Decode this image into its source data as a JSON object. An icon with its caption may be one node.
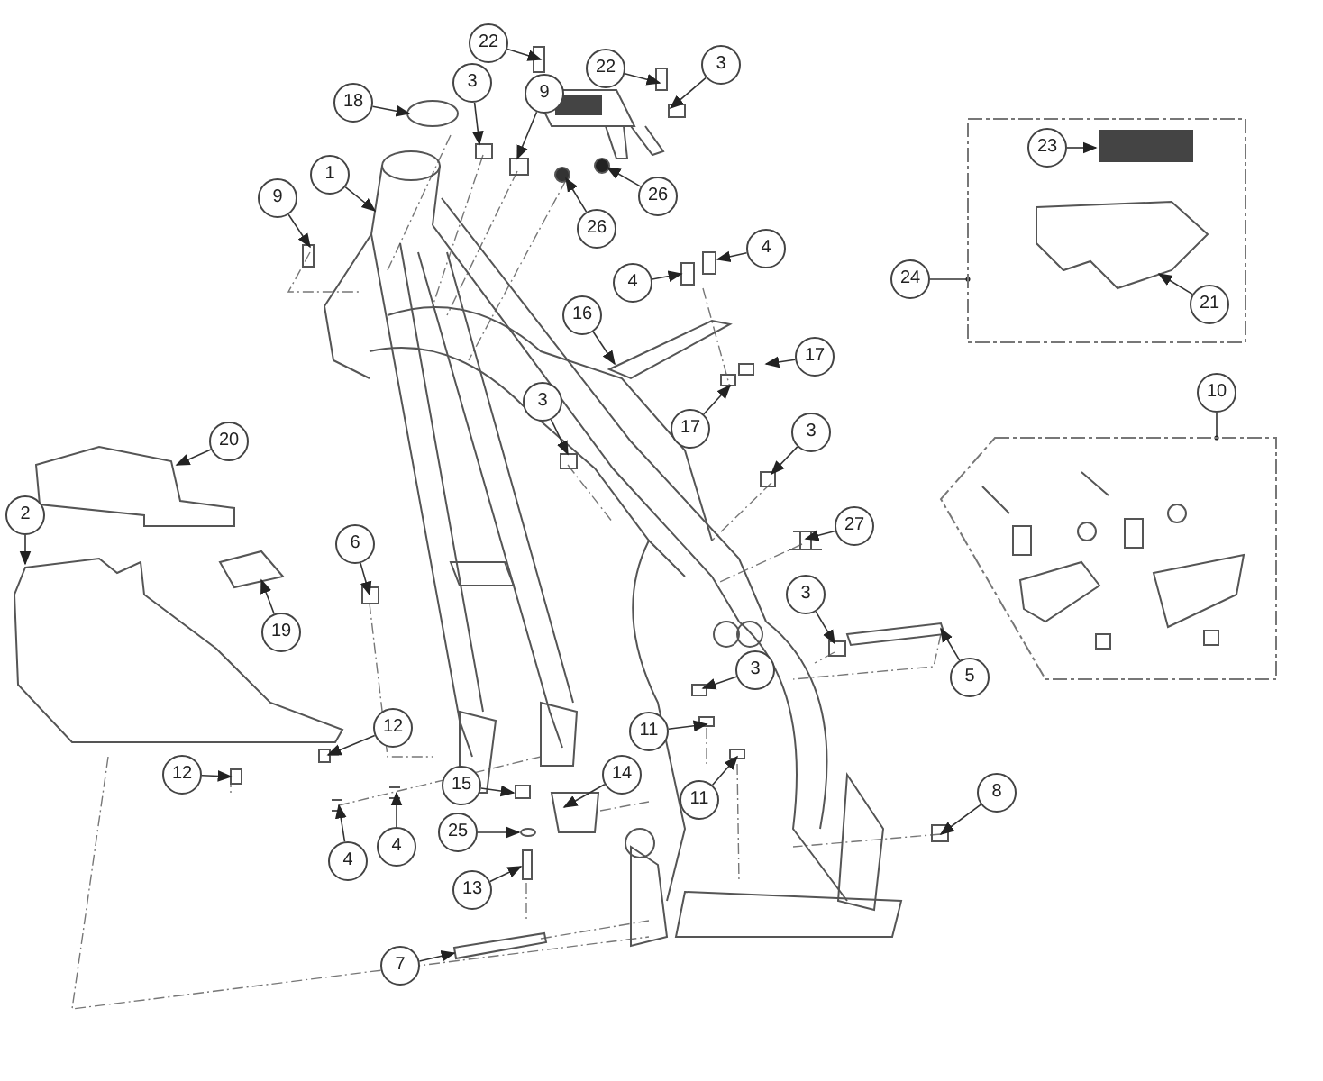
{
  "diagram": {
    "nodes": [
      {
        "text": [
          "22"
        ]
      },
      {
        "text": [
          "22"
        ]
      },
      {
        "text": [
          "3"
        ]
      },
      {
        "text": [
          "18"
        ]
      },
      {
        "text": [
          "3"
        ]
      },
      {
        "text": [
          "9"
        ]
      },
      {
        "text": [],
        "shape": "box"
      },
      {
        "text": [
          "23"
        ],
        "in": 6
      },
      {
        "text": [
          "1"
        ]
      },
      {
        "text": [
          "26"
        ]
      },
      {
        "text": [
          "26"
        ]
      },
      {
        "text": [
          "9"
        ]
      },
      {
        "text": [
          "4"
        ]
      },
      {
        "text": [
          "4"
        ]
      },
      {
        "text": [
          "24"
        ]
      },
      {
        "text": [
          "21"
        ],
        "in": 6
      },
      {
        "text": [
          "16"
        ]
      },
      {
        "text": [
          "17"
        ]
      },
      {
        "text": [
          "10"
        ]
      },
      {
        "text": [],
        "shape": "box"
      },
      {
        "text": [
          "17"
        ]
      },
      {
        "text": [
          "3"
        ]
      },
      {
        "text": [
          "3"
        ]
      },
      {
        "text": [
          "20"
        ]
      },
      {
        "text": [
          "27"
        ]
      },
      {
        "text": [
          "2"
        ]
      },
      {
        "text": [
          "6"
        ]
      },
      {
        "text": [
          "3"
        ]
      },
      {
        "text": [
          "19"
        ]
      },
      {
        "text": [
          "5"
        ]
      },
      {
        "text": [
          "3"
        ]
      },
      {
        "text": [
          "11"
        ]
      },
      {
        "text": [
          "12"
        ]
      },
      {
        "text": [
          "12"
        ]
      },
      {
        "text": [
          "11"
        ]
      },
      {
        "text": [
          "14"
        ]
      },
      {
        "text": [
          "15"
        ]
      },
      {
        "text": [
          "8"
        ]
      },
      {
        "text": [
          "4"
        ]
      },
      {
        "text": [
          "25"
        ]
      },
      {
        "text": [
          "4"
        ]
      },
      {
        "text": [
          "13"
        ]
      },
      {
        "text": [
          "7"
        ]
      }
    ],
    "edges": [
      {
        "from": 0,
        "to": null,
        "arrow": "to"
      },
      {
        "from": 1,
        "to": null,
        "arrow": "to"
      },
      {
        "from": 2,
        "to": null,
        "arrow": "to"
      },
      {
        "from": 3,
        "to": null,
        "arrow": "to"
      },
      {
        "from": 4,
        "to": null,
        "arrow": "to"
      },
      {
        "from": 5,
        "to": null,
        "arrow": "to"
      },
      {
        "from": 7,
        "to": null,
        "arrow": "to"
      },
      {
        "from": 8,
        "to": null,
        "arrow": "to"
      },
      {
        "from": 9,
        "to": null,
        "arrow": "to"
      },
      {
        "from": 10,
        "to": null,
        "arrow": "to"
      },
      {
        "from": 11,
        "to": null,
        "arrow": "to"
      },
      {
        "from": 12,
        "to": null,
        "arrow": "to"
      },
      {
        "from": 13,
        "to": null,
        "arrow": "to"
      },
      {
        "from": 14,
        "to": 6,
        "arrow": "other"
      },
      {
        "from": 15,
        "to": null,
        "arrow": "to"
      },
      {
        "from": 16,
        "to": null,
        "arrow": "to"
      },
      {
        "from": 17,
        "to": null,
        "arrow": "to"
      },
      {
        "from": 18,
        "to": 19,
        "arrow": "other"
      },
      {
        "from": 20,
        "to": null,
        "arrow": "to"
      },
      {
        "from": 21,
        "to": null,
        "arrow": "to"
      },
      {
        "from": 22,
        "to": null,
        "arrow": "to"
      },
      {
        "from": 23,
        "to": null,
        "arrow": "to"
      },
      {
        "from": 24,
        "to": null,
        "arrow": "to"
      },
      {
        "from": 25,
        "to": null,
        "arrow": "to"
      },
      {
        "from": 26,
        "to": null,
        "arrow": "to"
      },
      {
        "from": 27,
        "to": null,
        "arrow": "to"
      },
      {
        "from": 28,
        "to": null,
        "arrow": "to"
      },
      {
        "from": 29,
        "to": null,
        "arrow": "to"
      },
      {
        "from": 30,
        "to": null,
        "arrow": "to"
      },
      {
        "from": 31,
        "to": null,
        "arrow": "to"
      },
      {
        "from": 32,
        "to": null,
        "arrow": "to"
      },
      {
        "from": 33,
        "to": null,
        "arrow": "to"
      },
      {
        "from": 34,
        "to": null,
        "arrow": "to"
      },
      {
        "from": 35,
        "to": null,
        "arrow": "to"
      },
      {
        "from": 36,
        "to": null,
        "arrow": "to"
      },
      {
        "from": 37,
        "to": null,
        "arrow": "to"
      },
      {
        "from": 38,
        "to": null,
        "arrow": "to"
      },
      {
        "from": 39,
        "to": null,
        "arrow": "to"
      },
      {
        "from": 40,
        "to": null,
        "arrow": "to"
      },
      {
        "from": 41,
        "to": null,
        "arrow": "to"
      },
      {
        "from": 42,
        "to": null,
        "arrow": "to"
      }
    ]
  }
}
